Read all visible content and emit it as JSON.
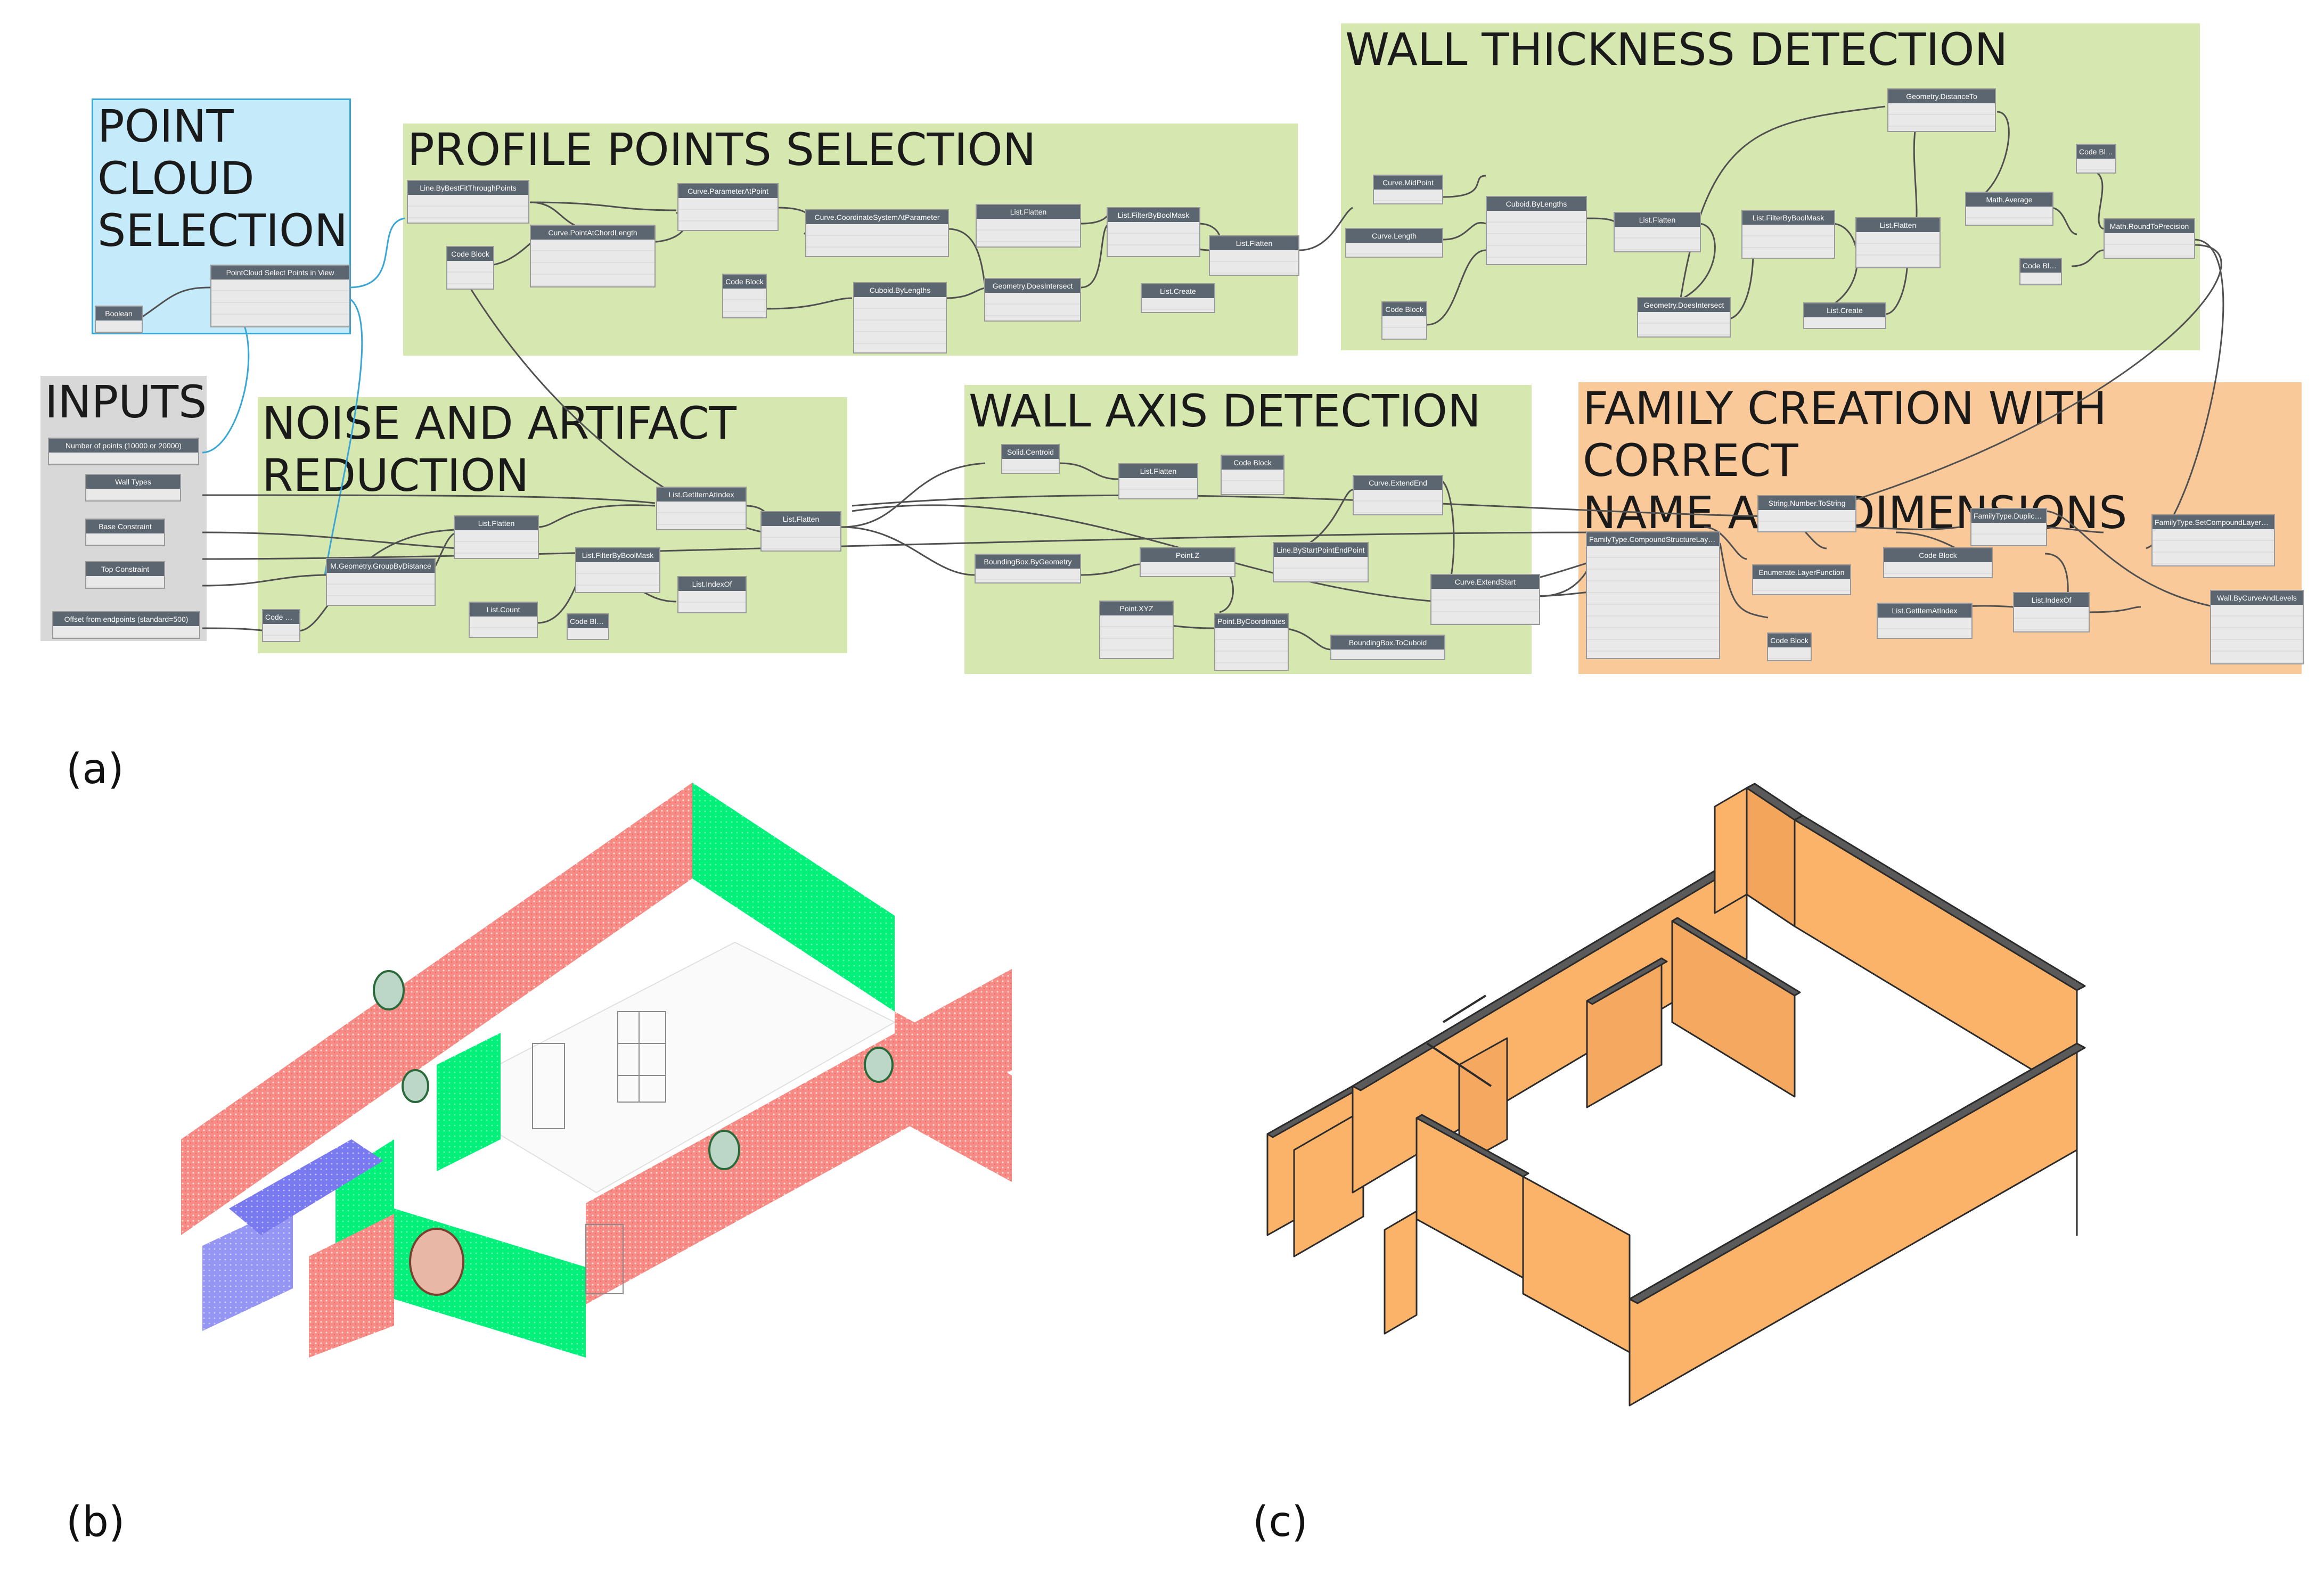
{
  "panels": {
    "a": "(a)",
    "b": "(b)",
    "c": "(c)"
  },
  "groups": {
    "point_cloud_selection": "POINT\nCLOUD\nSELECTION",
    "inputs": "INPUTS",
    "profile_points_selection": "PROFILE POINTS SELECTION",
    "noise_artifact_reduction": "NOISE AND ARTIFACT\nREDUCTION",
    "wall_axis_detection": "WALL AXIS DETECTION",
    "wall_thickness_detection": "WALL THICKNESS DETECTION",
    "family_creation": "FAMILY CREATION WITH CORRECT\nNAME AND DIMENSIONS"
  },
  "nodes": {
    "boolean": "Boolean",
    "pc_select": "PointCloud Select Points in View",
    "num_points": "Number of points (10000 or 20000)",
    "wall_types": "Wall Types",
    "base_constraint": "Base Constraint",
    "top_constraint": "Top Constraint",
    "offset_endpoints": "Offset from endpoints (standard=500)",
    "line_bestfit": "Line.ByBestFitThroughPoints",
    "code_block_1": "Code Block",
    "curve_point_chord": "Curve.PointAtChordLength",
    "curve_param_at_point": "Curve.ParameterAtPoint",
    "curve_coord_system": "Curve.CoordinateSystemAtParameter",
    "code_block_2": "Code Block",
    "cuboid_by_lengths_1": "Cuboid.ByLengths",
    "list_flatten_1": "List.Flatten",
    "geometry_intersect_1": "Geometry.DoesIntersect",
    "list_filter_1": "List.FilterByBoolMask",
    "list_create_1": "List.Create",
    "list_flatten_2": "List.Flatten",
    "list_flatten_3": "List.Flatten",
    "group_by_distance": "M.Geometry.GroupByDistance",
    "code_block_3": "Code Block",
    "list_count": "List.Count",
    "list_filter_2": "List.FilterByBoolMask",
    "code_block_4": "Code Block",
    "list_get_item_1": "List.GetItemAtIndex",
    "list_index_of_1": "List.IndexOf",
    "list_flatten_4": "List.Flatten",
    "solid_centroid": "Solid.Centroid",
    "list_flatten_5": "List.Flatten",
    "code_block_5": "Code Block",
    "curve_extend_end": "Curve.ExtendEnd",
    "bbox_by_geometry": "BoundingBox.ByGeometry",
    "point_z": "Point.Z",
    "line_by_start_end": "Line.ByStartPointEndPoint",
    "point_xyz": "Point.XYZ",
    "point_by_coords": "Point.ByCoordinates",
    "bbox_to_cuboid": "BoundingBox.ToCuboid",
    "curve_extend_start": "Curve.ExtendStart",
    "curve_mid_point": "Curve.MidPoint",
    "curve_length": "Curve.Length",
    "code_block_6": "Code Block",
    "cuboid_by_lengths_2": "Cuboid.ByLengths",
    "list_flatten_6": "List.Flatten",
    "geometry_intersect_2": "Geometry.DoesIntersect",
    "list_filter_3": "List.FilterByBoolMask",
    "list_create_2": "List.Create",
    "geometry_distance_to": "Geometry.DistanceTo",
    "list_flatten_7": "List.Flatten",
    "math_average": "Math.Average",
    "code_block_7": "Code Block",
    "code_block_8": "Code Block",
    "math_round": "Math.RoundToPrecision",
    "family_compound": "FamilyType.CompoundStructureLayers",
    "string_from_number": "String.Number.ToString",
    "code_block_9": "Code Block",
    "familytype_duplicate": "FamilyType.Duplicate",
    "familytype_set_compound": "FamilyType.SetCompoundLayerWidth",
    "enumerate_layer": "Enumerate.LayerFunction",
    "list_get_item_2": "List.GetItemAtIndex",
    "list_index_of_2": "List.IndexOf",
    "code_block_10": "Code Block",
    "wall_by_curve": "Wall.ByCurveAndLevels"
  },
  "colors": {
    "green_group": "#d6e8b0",
    "blue_group": "#c5ebfb",
    "gray_group": "#d8d8d8",
    "orange_group": "#f9c99a",
    "wall_orange": "#fbb36a",
    "wall_top": "#5a5a5a",
    "cloud_red": "#f78b86",
    "cloud_green": "#00f07a",
    "cloud_blue": "#7a7af0"
  }
}
